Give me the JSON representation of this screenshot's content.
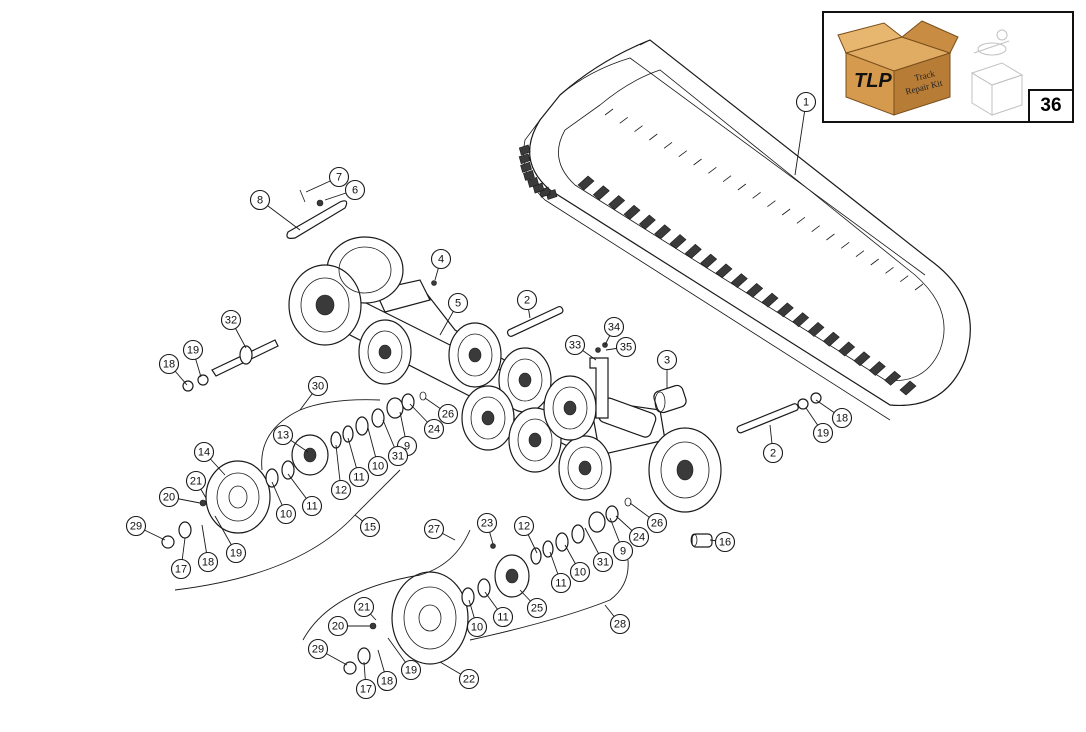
{
  "kit": {
    "number": "36",
    "box_text_line1": "Track",
    "box_text_line2": "Repair Kit",
    "logo_text": "TLP",
    "colors": {
      "box": "#d59a4e",
      "box_dark": "#a9712f",
      "logo_red": "#c8102e",
      "logo_black": "#111111"
    }
  },
  "callouts": [
    {
      "label": "1"
    },
    {
      "label": "2"
    },
    {
      "label": "2"
    },
    {
      "label": "3"
    },
    {
      "label": "4"
    },
    {
      "label": "5"
    },
    {
      "label": "6"
    },
    {
      "label": "7"
    },
    {
      "label": "8"
    },
    {
      "label": "9"
    },
    {
      "label": "9"
    },
    {
      "label": "10"
    },
    {
      "label": "10"
    },
    {
      "label": "10"
    },
    {
      "label": "10"
    },
    {
      "label": "11"
    },
    {
      "label": "11"
    },
    {
      "label": "11"
    },
    {
      "label": "11"
    },
    {
      "label": "12"
    },
    {
      "label": "12"
    },
    {
      "label": "13"
    },
    {
      "label": "14"
    },
    {
      "label": "15"
    },
    {
      "label": "16"
    },
    {
      "label": "17"
    },
    {
      "label": "17"
    },
    {
      "label": "18"
    },
    {
      "label": "18"
    },
    {
      "label": "18"
    },
    {
      "label": "18"
    },
    {
      "label": "19"
    },
    {
      "label": "19"
    },
    {
      "label": "19"
    },
    {
      "label": "19"
    },
    {
      "label": "20"
    },
    {
      "label": "20"
    },
    {
      "label": "21"
    },
    {
      "label": "21"
    },
    {
      "label": "22"
    },
    {
      "label": "23"
    },
    {
      "label": "24"
    },
    {
      "label": "24"
    },
    {
      "label": "25"
    },
    {
      "label": "26"
    },
    {
      "label": "26"
    },
    {
      "label": "27"
    },
    {
      "label": "28"
    },
    {
      "label": "29"
    },
    {
      "label": "29"
    },
    {
      "label": "30"
    },
    {
      "label": "31"
    },
    {
      "label": "31"
    },
    {
      "label": "32"
    },
    {
      "label": "33"
    },
    {
      "label": "34"
    },
    {
      "label": "35"
    }
  ]
}
